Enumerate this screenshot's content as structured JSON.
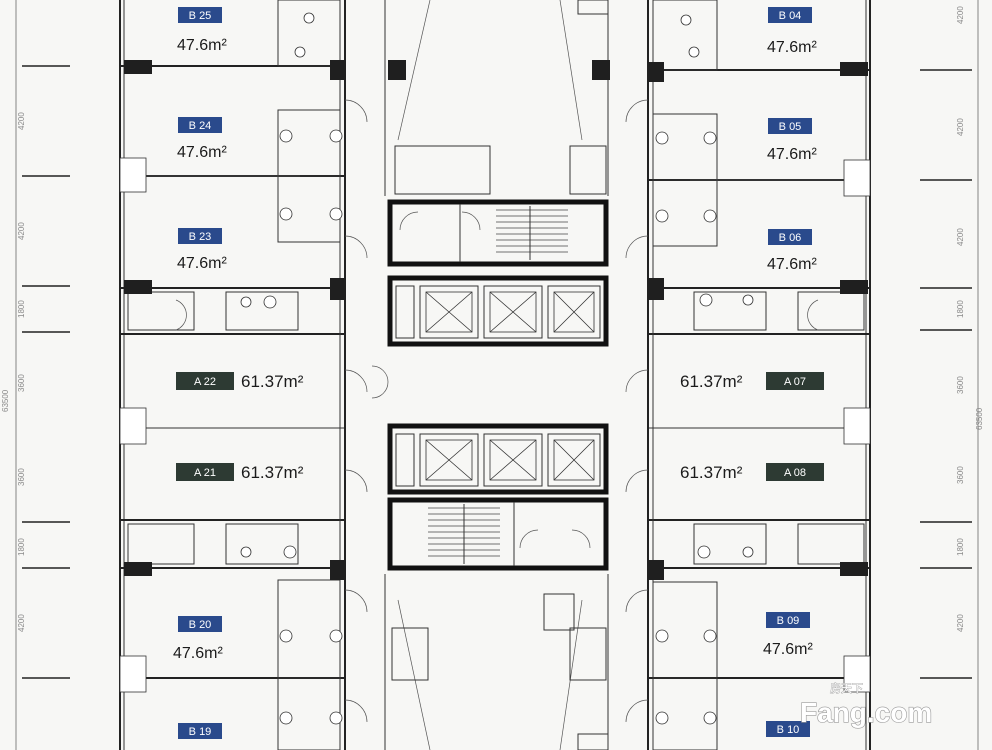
{
  "units": {
    "b25": {
      "code": "B 25",
      "area": "47.6m²"
    },
    "b24": {
      "code": "B 24",
      "area": "47.6m²"
    },
    "b23": {
      "code": "B 23",
      "area": "47.6m²"
    },
    "a22": {
      "code": "A 22",
      "area": "61.37m²"
    },
    "a21": {
      "code": "A 21",
      "area": "61.37m²"
    },
    "b20": {
      "code": "B 20",
      "area": "47.6m²"
    },
    "b19": {
      "code": "B 19"
    },
    "b04": {
      "code": "B 04",
      "area": "47.6m²"
    },
    "b05": {
      "code": "B 05",
      "area": "47.6m²"
    },
    "b06": {
      "code": "B 06",
      "area": "47.6m²"
    },
    "a07": {
      "code": "A 07",
      "area": "61.37m²"
    },
    "a08": {
      "code": "A 08",
      "area": "61.37m²"
    },
    "b09": {
      "code": "B 09",
      "area": "47.6m²"
    },
    "b10": {
      "code": "B 10"
    }
  },
  "dimensions": {
    "left": [
      "4200",
      "4200",
      "1800",
      "3600",
      "3600",
      "1800",
      "4200"
    ],
    "left_total": "63500",
    "right": [
      "4200",
      "4200",
      "4200",
      "1800",
      "3600",
      "3600",
      "1800",
      "4200"
    ],
    "right_total": "63500"
  },
  "watermark": {
    "brand": "Fang.com",
    "cn": "房天下"
  },
  "colors": {
    "tag_b": "#2a4a8c",
    "tag_a": "#2d3a33",
    "wall": "#222222",
    "background": "#f7f7f5"
  }
}
